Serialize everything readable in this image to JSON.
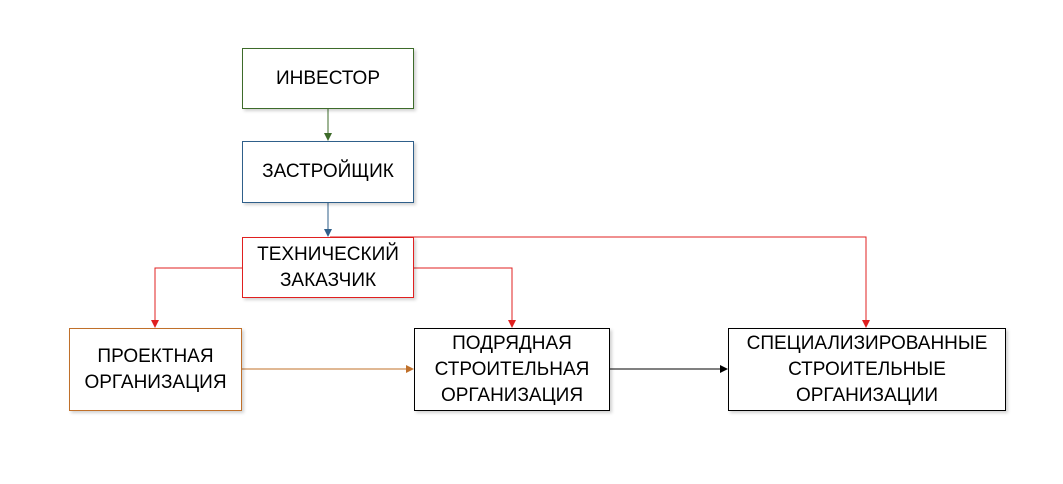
{
  "diagram": {
    "nodes": {
      "investor": {
        "label": "ИНВЕСТОР"
      },
      "developer": {
        "label": "ЗАСТРОЙЩИК"
      },
      "customer": {
        "label": "ТЕХНИЧЕСКИЙ ЗАКАЗЧИК"
      },
      "design": {
        "label": "ПРОЕКТНАЯ ОРГАНИЗАЦИЯ"
      },
      "contractor": {
        "label": "ПОДРЯДНАЯ СТРОИТЕЛЬНАЯ ОРГАНИЗАЦИЯ"
      },
      "special": {
        "label": "СПЕЦИАЛИЗИРОВАННЫЕ СТРОИТЕЛЬНЫЕ ОРГАНИЗАЦИИ"
      }
    },
    "edges": [
      {
        "from": "investor",
        "to": "developer",
        "color": "#3d6b2a"
      },
      {
        "from": "developer",
        "to": "customer",
        "color": "#2f5f8a"
      },
      {
        "from": "customer",
        "to": "design",
        "color": "#e02020"
      },
      {
        "from": "customer",
        "to": "contractor",
        "color": "#e02020"
      },
      {
        "from": "customer",
        "to": "special",
        "color": "#e02020"
      },
      {
        "from": "design",
        "to": "contractor",
        "color": "#c0702a"
      },
      {
        "from": "contractor",
        "to": "special",
        "color": "#000000"
      }
    ]
  }
}
